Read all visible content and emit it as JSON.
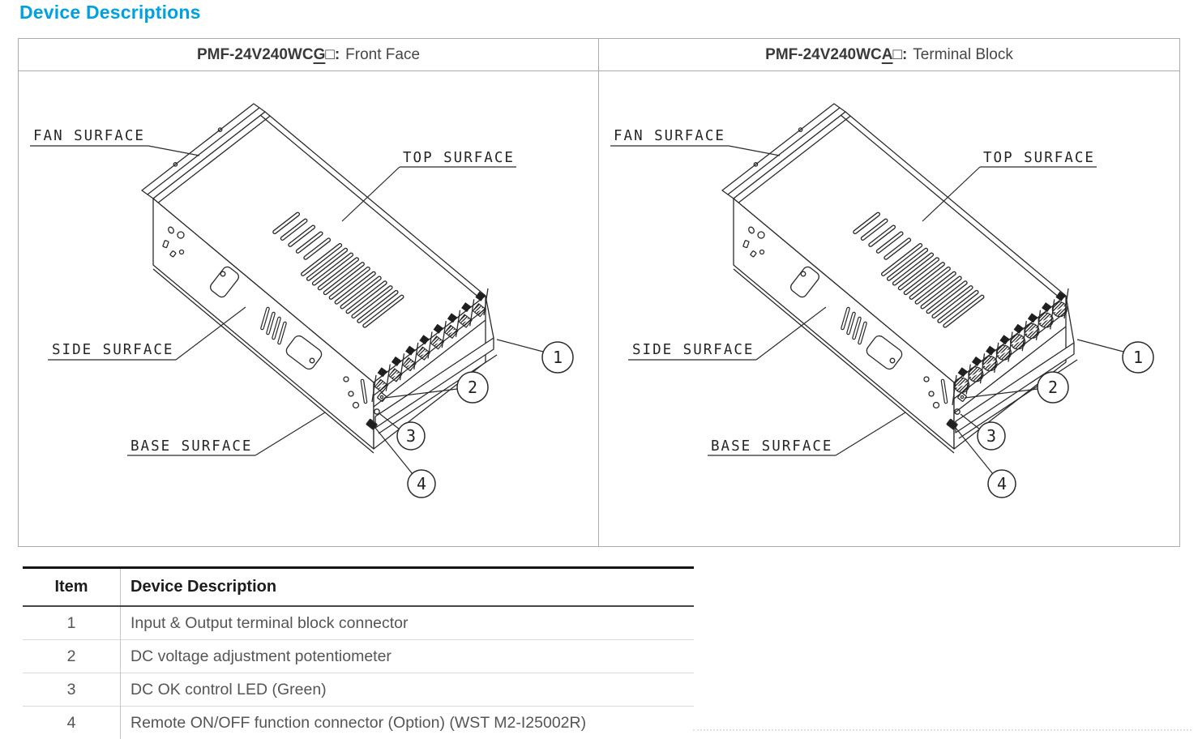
{
  "page": {
    "title": "Device Descriptions"
  },
  "figure_table": {
    "panels": [
      {
        "model_prefix": "PMF-24V240WC",
        "variant_letter": "G",
        "box_colon": "□:",
        "caption": "Front Face"
      },
      {
        "model_prefix": "PMF-24V240WC",
        "variant_letter": "A",
        "box_colon": "□:",
        "caption": "Terminal Block"
      }
    ],
    "surface_labels": [
      "FAN SURFACE",
      "TOP SURFACE",
      "SIDE SURFACE",
      "BASE SURFACE"
    ],
    "callouts": [
      "1",
      "2",
      "3",
      "4"
    ]
  },
  "item_table": {
    "headers": [
      "Item",
      "Device Description"
    ],
    "rows": [
      {
        "item": "1",
        "description": "Input & Output terminal block connector"
      },
      {
        "item": "2",
        "description": "DC voltage adjustment potentiometer"
      },
      {
        "item": "3",
        "description": "DC OK control LED (Green)"
      },
      {
        "item": "4",
        "description": "Remote ON/OFF function connector (Option) (WST M2-I25002R)"
      }
    ]
  },
  "colors": {
    "heading_accent": "#00A1E4",
    "drawing_line": "#2b2b2b"
  }
}
